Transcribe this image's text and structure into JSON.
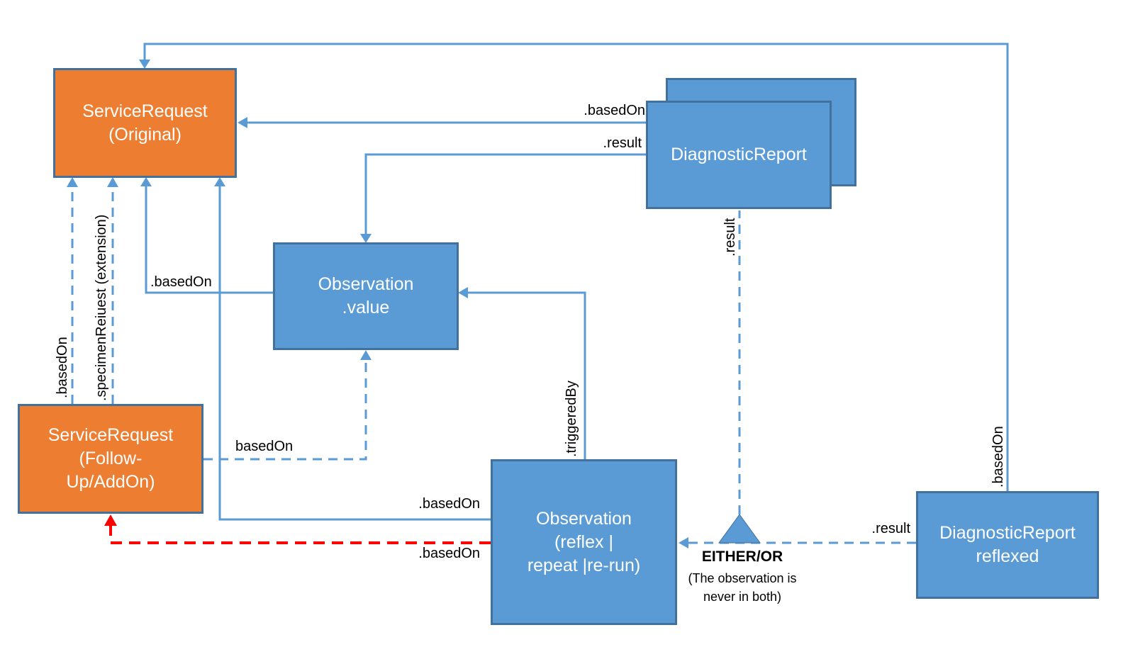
{
  "nodes": {
    "sr_original": {
      "label": "ServiceRequest\n(Original)"
    },
    "dr_back": {
      "label": "DiagnosticReport"
    },
    "dr_front": {
      "label": "DiagnosticReport"
    },
    "obs_value": {
      "label": "Observation\n.value"
    },
    "sr_followup": {
      "label": "ServiceRequest\n(Follow-\nUp/AddOn)"
    },
    "obs_reflex": {
      "label": "Observation\n(reflex |\nrepeat |re-run)"
    },
    "dr_reflexed": {
      "label": "DiagnosticReport\nreflexed"
    }
  },
  "edges": {
    "based_on_dr_to_sr": ".basedOn",
    "result_dr_to_obsvalue": ".result",
    "based_on_obsvalue_to_sr": ".basedOn",
    "based_on_followup_to_obsvalue": "basedOn",
    "based_on_followup_vert": ".basedOn",
    "specimen_request_ext": ".specimenReiuest (extension)",
    "triggered_by": ".triggeredBy",
    "based_on_reflex_to_sr": ".basedOn",
    "based_on_reflex_red": ".basedOn",
    "result_vert": ".result",
    "result_reflexed": ".result",
    "based_on_reflexed": ".basedOn"
  },
  "annotation": {
    "either_or": "EITHER/OR",
    "note": "(The observation is\nnever in both)"
  },
  "colors": {
    "orange_fill": "#ED7D31",
    "blue_fill": "#5B9BD5",
    "box_border": "#41719C",
    "line_blue": "#5B9BD5",
    "line_red": "#FF0000",
    "label_text": "#000000",
    "box_text": "#FFFFFF"
  }
}
